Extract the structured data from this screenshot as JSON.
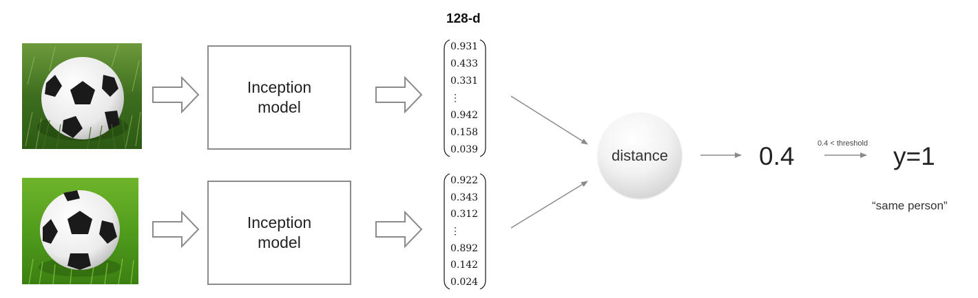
{
  "header": {
    "embedding_label": "128-d"
  },
  "pipelines": [
    {
      "model_label_line1": "Inception",
      "model_label_line2": "model",
      "vector": [
        "0.931",
        "0.433",
        "0.331",
        "⋮",
        "0.942",
        "0.158",
        "0.039"
      ]
    },
    {
      "model_label_line1": "Inception",
      "model_label_line2": "model",
      "vector": [
        "0.922",
        "0.343",
        "0.312",
        "⋮",
        "0.892",
        "0.142",
        "0.024"
      ]
    }
  ],
  "distance": {
    "label": "distance",
    "value": "0.4"
  },
  "decision": {
    "condition": "0.4 < threshold",
    "result": "y=1",
    "caption": "“same person”"
  },
  "colors": {
    "arrow": "#8a8a8a",
    "box_border": "#8a8a8a",
    "grass": "#3f7a1f"
  }
}
